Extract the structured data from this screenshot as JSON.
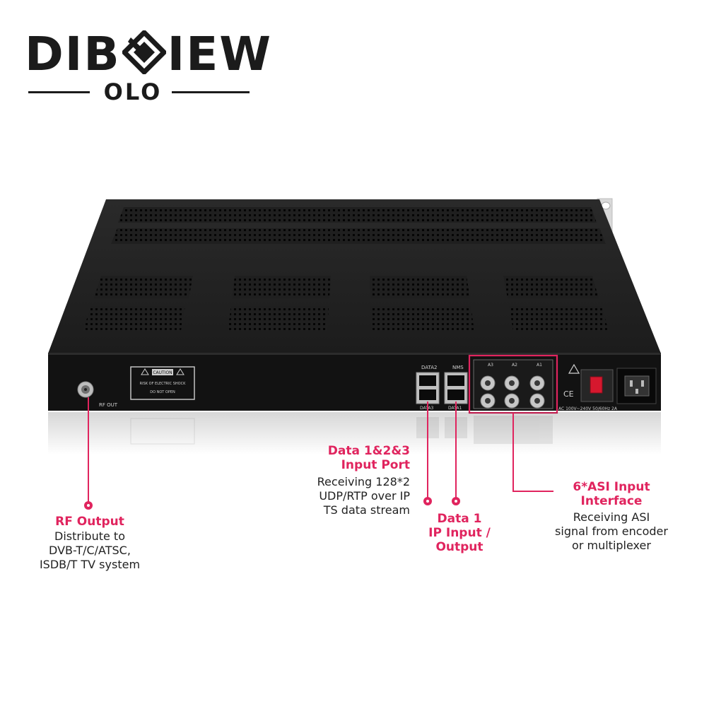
{
  "logo": {
    "word_left": "DIB",
    "word_right": "IEW",
    "sub": "OLO"
  },
  "panel": {
    "caution": "CAUTION",
    "shock": "RISK OF ELECTRIC SHOCK",
    "do_not_open": "DO NOT OPEN",
    "data2": "DATA2",
    "nms": "NMS",
    "data3": "DATA3",
    "data1": "DATA1",
    "asi1": "A3",
    "asi2": "A2",
    "asi3": "A1",
    "rf_out": "RF OUT",
    "ce": "CE",
    "power": "AC 100V~240V 50/60Hz 2A"
  },
  "callouts": {
    "rf": {
      "title": "RF Output",
      "lines": [
        "Distribute to",
        "DVB-T/C/ATSC,",
        "ISDB/T TV system"
      ]
    },
    "data123": {
      "title_lines": [
        "Data 1&2&3",
        "Input Port"
      ],
      "lines": [
        "Receiving 128*2",
        "UDP/RTP over IP",
        "TS data stream"
      ]
    },
    "data1": {
      "title_lines": [
        "Data 1",
        "IP Input /",
        "Output"
      ]
    },
    "asi": {
      "title_lines": [
        "6*ASI Input",
        "Interface"
      ],
      "lines": [
        "Receiving ASI",
        "signal from encoder",
        "or multiplexer"
      ]
    }
  },
  "colors": {
    "accent": "#e0245e",
    "device_body": "#1e1e1e",
    "logo": "#1b1b1b"
  }
}
